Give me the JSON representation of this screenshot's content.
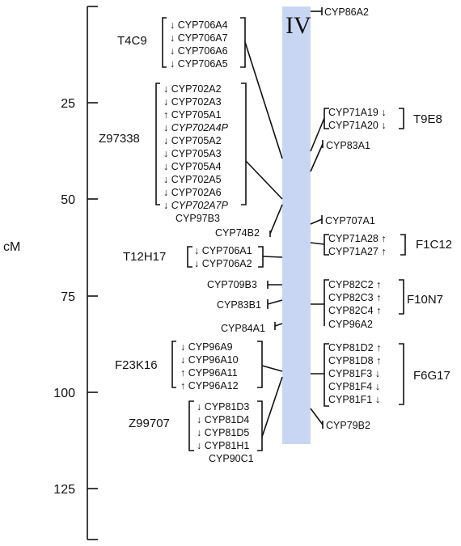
{
  "chromosome": "IV",
  "axis": {
    "label": "cM",
    "ticks": [
      "25",
      "50",
      "75",
      "100",
      "125"
    ]
  },
  "colors": {
    "chromosome_bar": "#c9d6f3",
    "lines": "#111111"
  },
  "groups": {
    "t4c9": {
      "name": "T4C9",
      "genes": [
        {
          "arrow": "↓",
          "name": "CYP706A4"
        },
        {
          "arrow": "↓",
          "name": "CYP706A7"
        },
        {
          "arrow": "↓",
          "name": "CYP706A6"
        },
        {
          "arrow": "↓",
          "name": "CYP706A5"
        }
      ]
    },
    "z97338": {
      "name": "Z97338",
      "genes": [
        {
          "arrow": "↓",
          "name": "CYP702A2"
        },
        {
          "arrow": "↓",
          "name": "CYP702A3"
        },
        {
          "arrow": "↑",
          "name": "CYP705A1"
        },
        {
          "arrow": "↓",
          "name": "CYP702A4P"
        },
        {
          "arrow": "↓",
          "name": "CYP705A2"
        },
        {
          "arrow": "↓",
          "name": "CYP705A3"
        },
        {
          "arrow": "↓",
          "name": "CYP705A4"
        },
        {
          "arrow": "↓",
          "name": "CYP702A5"
        },
        {
          "arrow": "↓",
          "name": "CYP702A6"
        },
        {
          "arrow": "↓",
          "name": "CYP702A7P"
        },
        {
          "arrow": "",
          "name": "CYP97B3"
        }
      ]
    },
    "t12h17": {
      "name": "T12H17",
      "genes": [
        {
          "arrow": "↓",
          "name": "CYP706A1"
        },
        {
          "arrow": "↓",
          "name": "CYP706A2"
        }
      ]
    },
    "f23k16": {
      "name": "F23K16",
      "genes": [
        {
          "arrow": "↓",
          "name": "CYP96A9"
        },
        {
          "arrow": "↓",
          "name": "CYP96A10"
        },
        {
          "arrow": "↑",
          "name": "CYP96A11"
        },
        {
          "arrow": "↑",
          "name": "CYP96A12"
        }
      ]
    },
    "z99707": {
      "name": "Z99707",
      "genes": [
        {
          "arrow": "↓",
          "name": "CYP81D3"
        },
        {
          "arrow": "↓",
          "name": "CYP81D4"
        },
        {
          "arrow": "↓",
          "name": "CYP81D5"
        },
        {
          "arrow": "↓",
          "name": "CYP81H1"
        },
        {
          "arrow": "",
          "name": "CYP90C1"
        }
      ]
    },
    "t9e8": {
      "name": "T9E8",
      "genes": [
        {
          "arrow": "↓",
          "name": "CYP71A19"
        },
        {
          "arrow": "↓",
          "name": "CYP71A20"
        }
      ]
    },
    "f1c12": {
      "name": "F1C12",
      "genes": [
        {
          "arrow": "↑",
          "name": "CYP71A28"
        },
        {
          "arrow": "↑",
          "name": "CYP71A27"
        }
      ]
    },
    "f10n7": {
      "name": "F10N7",
      "genes": [
        {
          "arrow": "↑",
          "name": "CYP82C2"
        },
        {
          "arrow": "↑",
          "name": "CYP82C3"
        },
        {
          "arrow": "↑",
          "name": "CYP82C4"
        },
        {
          "arrow": "",
          "name": "CYP96A2"
        }
      ]
    },
    "f6g17": {
      "name": "F6G17",
      "genes": [
        {
          "arrow": "↑",
          "name": "CYP81D2"
        },
        {
          "arrow": "↑",
          "name": "CYP81D8"
        },
        {
          "arrow": "↓",
          "name": "CYP81F3"
        },
        {
          "arrow": "↓",
          "name": "CYP81F4"
        },
        {
          "arrow": "↓",
          "name": "CYP81F1"
        }
      ]
    }
  },
  "singles": {
    "cyp86a2": "CYP86A2",
    "cyp83a1": "CYP83A1",
    "cyp74b2": "CYP74B2",
    "cyp707a1": "CYP707A1",
    "cyp709b3": "CYP709B3",
    "cyp83b1": "CYP83B1",
    "cyp84a1": "CYP84A1",
    "cyp79b2": "CYP79B2"
  }
}
